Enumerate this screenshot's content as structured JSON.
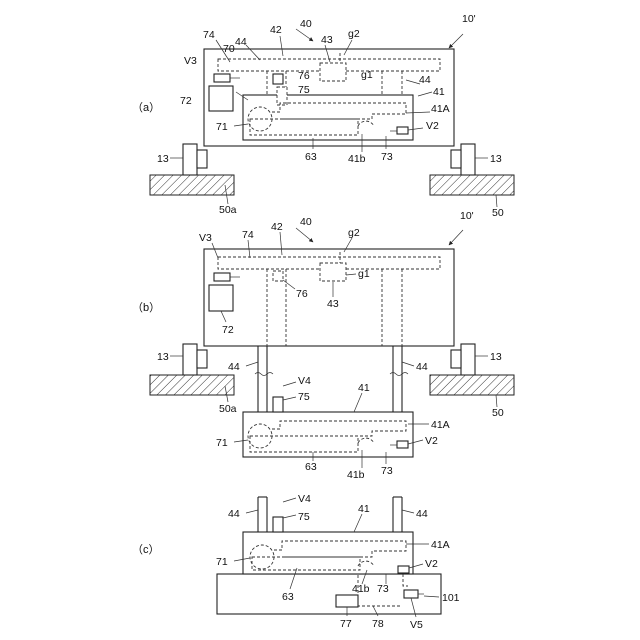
{
  "panels": [
    {
      "key": "a",
      "caption": "（a）"
    },
    {
      "key": "b",
      "caption": "（b）"
    },
    {
      "key": "c",
      "caption": "（c）"
    }
  ],
  "labels": {
    "a": {
      "10p": "10'",
      "40": "40",
      "42": "42",
      "43": "43",
      "g2": "g2",
      "74": "74",
      "44t": "44",
      "70": "70",
      "V3": "V3",
      "76": "76",
      "g1": "g1",
      "44r": "44",
      "41": "41",
      "75": "75",
      "72": "72",
      "41A": "41A",
      "71": "71",
      "V2": "V2",
      "13l": "13",
      "13r": "13",
      "63": "63",
      "41b": "41b",
      "73": "73",
      "50a": "50a",
      "50": "50"
    },
    "b": {
      "10p": "10'",
      "40": "40",
      "42": "42",
      "g2": "g2",
      "V3": "V3",
      "74": "74",
      "g1": "g1",
      "76": "76",
      "43": "43",
      "72": "72",
      "13l": "13",
      "13r": "13",
      "44l": "44",
      "44r": "44",
      "50a": "50a",
      "50": "50",
      "V4": "V4",
      "75": "75",
      "41": "41",
      "41A": "41A",
      "71": "71",
      "V2": "V2",
      "63": "63",
      "41b": "41b",
      "73": "73"
    },
    "c": {
      "44l": "44",
      "V4": "V4",
      "75": "75",
      "41": "41",
      "44r": "44",
      "41A": "41A",
      "71": "71",
      "V2": "V2",
      "41b": "41b",
      "73": "73",
      "63": "63",
      "101": "101",
      "77": "77",
      "78": "78",
      "V5": "V5"
    }
  }
}
